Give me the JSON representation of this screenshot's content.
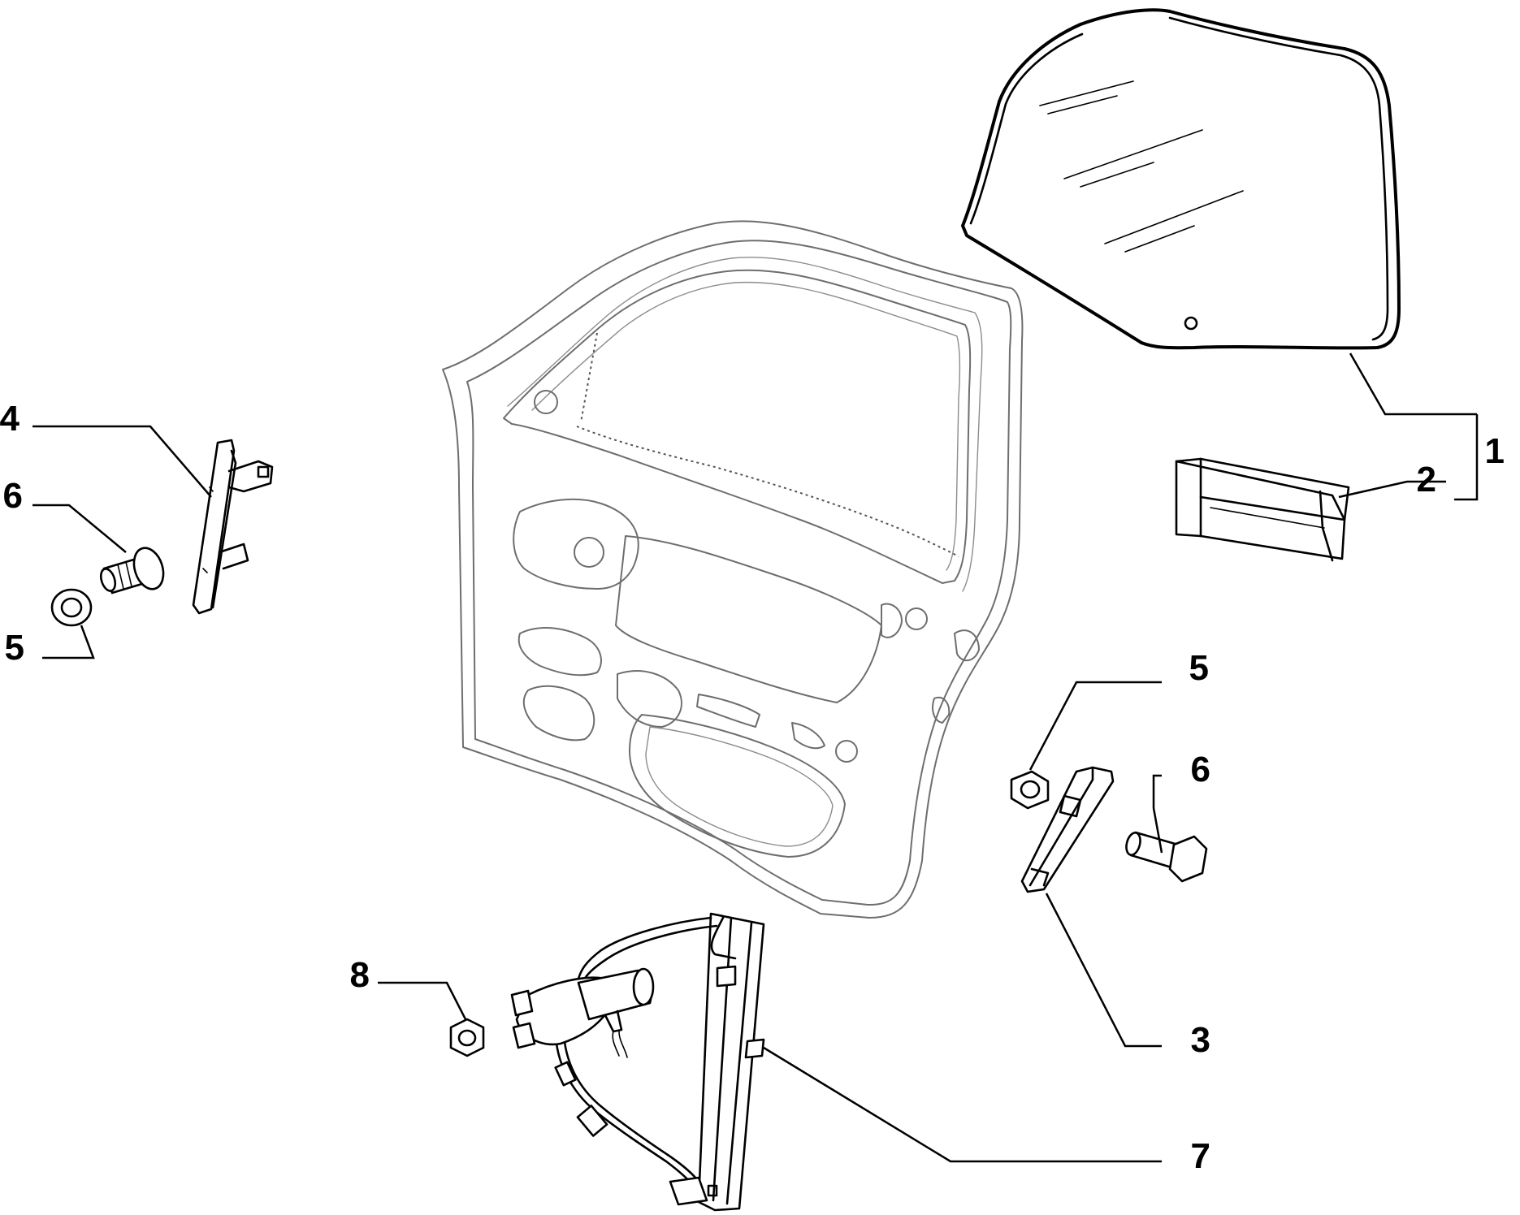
{
  "callouts": {
    "glass_assembly": "1",
    "glass_channel": "2",
    "rear_guide": "3",
    "front_guide": "4",
    "nut_left": "5",
    "nut_right": "5",
    "bolt_left": "6",
    "bolt_right": "6",
    "regulator": "7",
    "regulator_nut": "8"
  },
  "colors": {
    "line": "#000000",
    "door_outline": "#6e6e6e",
    "background": "#ffffff"
  }
}
